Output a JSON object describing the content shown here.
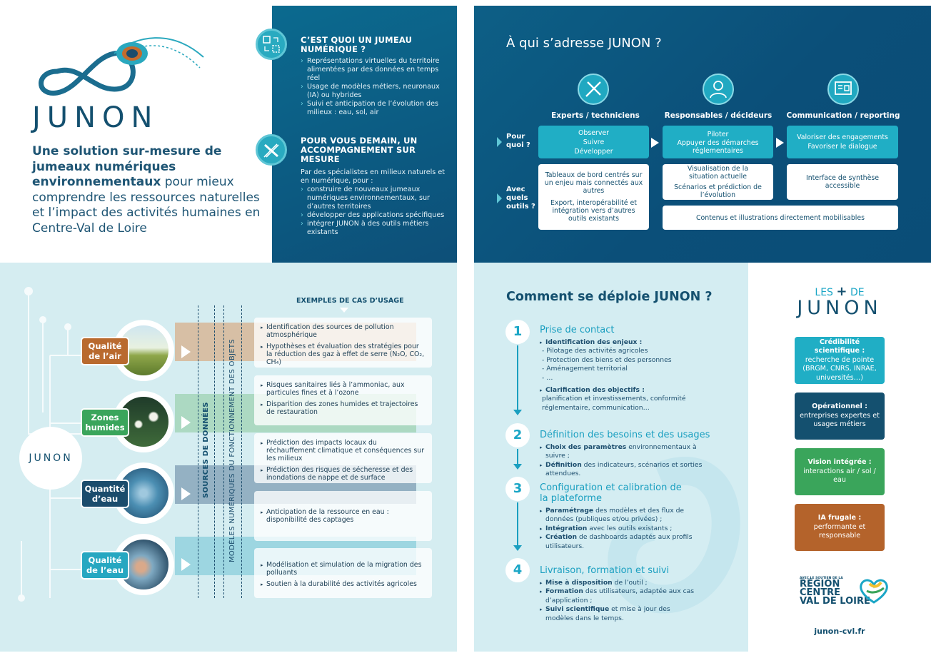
{
  "panel1": {
    "brand": "JUNON",
    "tagline_bold": "Une solution sur-mesure de jumeaux numériques environnementaux",
    "tagline_rest": " pour mieux comprendre les ressources naturelles et l’impact des activités humaines en Centre-Val de Loire",
    "section1": {
      "title": "C’EST QUOI UN JUMEAU NUMÉRIQUE ?",
      "bullets": [
        "Représentations virtuelles du territoire alimentées par des données en temps réel",
        "Usage de modèles métiers, neuronaux (IA) ou hybrides",
        "Suivi et anticipation de l’évolution des milieux : eau, sol, air"
      ]
    },
    "section2": {
      "title": "POUR VOUS DEMAIN, UN ACCOMPAGNEMENT SUR MESURE",
      "intro": "Par des spécialistes en milieux naturels et en numérique, pour :",
      "bullets": [
        "construire de nouveaux jumeaux numériques environnementaux, sur d’autres territoires",
        "développer des applications spécifiques",
        "intégrer JUNON à des outils métiers existants"
      ]
    }
  },
  "panel2": {
    "title": "À qui s’adresse JUNON ?",
    "columns": [
      "Experts / techniciens",
      "Responsables / décideurs",
      "Communication / reporting"
    ],
    "row1_label": "Pour quoi ?",
    "row2_label": "Avec quels outils ?",
    "row1": [
      [
        "Observer",
        "Suivre",
        "Développer"
      ],
      [
        "Piloter",
        "Appuyer des démarches réglementaires"
      ],
      [
        "Valoriser des engagements",
        "Favoriser le dialogue"
      ]
    ],
    "row2_col1": [
      "Tableaux de bord centrés sur un enjeu mais connectés aux autres",
      "Export, interopérabilité et intégration vers d’autres outils existants"
    ],
    "row2_col2": [
      "Visualisation de la situation actuelle",
      "Scénarios et prédiction de l’évolution"
    ],
    "row2_col3": "Interface de synthèse accessible",
    "row2_wide": "Contenus et illustrations directement mobilisables"
  },
  "panel3": {
    "center": "JUNON",
    "header": "EXEMPLES DE CAS D’USAGE",
    "vertical1": "SOURCES DE DONNÉES",
    "vertical2": "MODÈLES NUMÉRIQUES DU FONCTIONNEMENT DES OBJETS",
    "categories": [
      {
        "label": "Qualité de l’air",
        "color": "#b96a2e"
      },
      {
        "label": "Zones humides",
        "color": "#3aa55b"
      },
      {
        "label": "Quantité d’eau",
        "color": "#1b4c6c"
      },
      {
        "label": "Qualité de l’eau",
        "color": "#26a7c1"
      }
    ],
    "cases": [
      [
        "Identification des sources de pollution atmosphérique",
        "Hypothèses et évaluation des stratégies pour la réduction des gaz à effet de serre (N₂O, CO₂, CH₄)"
      ],
      [
        "Risques sanitaires liés à l’ammoniac, aux particules fines et à l’ozone",
        "Disparition des zones humides et trajectoires de restauration"
      ],
      [
        "Prédiction des impacts locaux du réchauffement climatique et conséquences sur les milieux",
        "Prédiction des risques de sécheresse et des inondations de nappe et de surface"
      ],
      [
        "Anticipation de la ressource en eau : disponibilité des captages"
      ],
      [
        "Modélisation et simulation de la migration des polluants",
        "Soutien à la durabilité des activités agricoles"
      ]
    ]
  },
  "panel4": {
    "title": "Comment se déploie JUNON ?",
    "steps": [
      {
        "num": "1",
        "title": "Prise de contact"
      },
      {
        "num": "2",
        "title": "Définition des besoins et des usages"
      },
      {
        "num": "3",
        "title": "Configuration et calibration de la plateforme"
      },
      {
        "num": "4",
        "title": "Livraison, formation et suivi"
      }
    ],
    "step1": {
      "h1": "Identification des enjeux :",
      "subs": [
        "- Pilotage des activités agricoles",
        "- Protection des biens et des personnes",
        "- Aménagement territorial",
        "- …"
      ],
      "h2": "Clarification des objectifs :",
      "h2_text": "planification et investissements, conformité réglementaire, communication…"
    },
    "step2": {
      "b1": "Choix des paramètres",
      "t1": " environnementaux à suivre ;",
      "b2": "Définition",
      "t2": " des indicateurs, scénarios et sorties attendues."
    },
    "step3": {
      "b1": "Paramétrage",
      "t1": " des modèles et des flux de données (publiques et/ou privées) ;",
      "b2": "Intégration",
      "t2": " avec les outils existants ;",
      "b3": "Création",
      "t3": " de dashboards adaptés aux profils utilisateurs."
    },
    "step4": {
      "b1": "Mise à disposition",
      "t1": " de l’outil ;",
      "b2": "Formation",
      "t2": " des utilisateurs, adaptée aux cas d’application ;",
      "b3": "Suivi scientifique",
      "t3": " et mise à jour des modèles dans le temps."
    },
    "plus_title_top": "LES",
    "plus_title_de": "DE",
    "plus_brand": "JUNON",
    "plus": [
      {
        "title": "Crédibilité scientifique :",
        "text": "recherche de pointe (BRGM, CNRS, INRAE, universités…)",
        "color": "#20aec5"
      },
      {
        "title": "Opérationnel :",
        "text": "entreprises expertes et usages métiers",
        "color": "#14506f"
      },
      {
        "title": "Vision intégrée :",
        "text": "interactions air / sol / eau",
        "color": "#3aa55b"
      },
      {
        "title": "IA frugale :",
        "text": "performante et responsable",
        "color": "#b4632b"
      }
    ],
    "region_small": "AVEC LE SOUTIEN DE LA",
    "region_l1": "RÉGION",
    "region_l2": "CENTRE",
    "region_l3": "VAL DE LOIRE",
    "url": "junon-cvl.fr"
  }
}
